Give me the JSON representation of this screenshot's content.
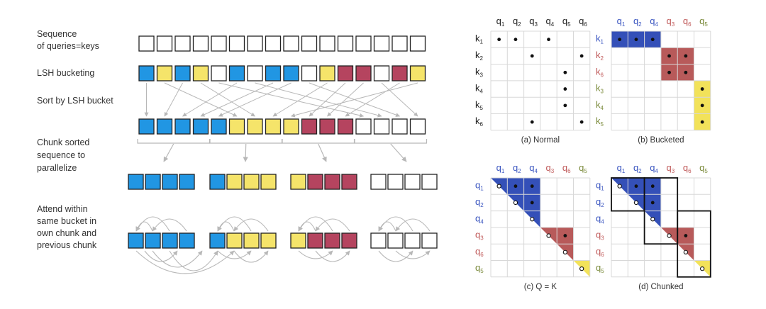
{
  "colors": {
    "blue": "#2196e3",
    "yellow": "#f5e46a",
    "red": "#b5445f",
    "white": "#ffffff",
    "outline": "#222222",
    "arrow": "#b8b8b8",
    "matrix_blue": "#3450b8",
    "matrix_red": "#b85a5a",
    "matrix_yellow": "#f2e25a",
    "label_blue": "#3a55c0",
    "label_red": "#c05a5a",
    "label_green": "#7a8a3a"
  },
  "left_labels": {
    "seq_1": "Sequence",
    "seq_2": "of queries=keys",
    "lsh": "LSH bucketing",
    "sort": "Sort by LSH bucket",
    "chunk_1": "Chunk sorted",
    "chunk_2": "sequence to",
    "chunk_3": "parallelize",
    "attend_1": "Attend within",
    "attend_2": "same bucket in",
    "attend_3": "own chunk and",
    "attend_4": "previous chunk"
  },
  "rows": {
    "sequence": [
      "white",
      "white",
      "white",
      "white",
      "white",
      "white",
      "white",
      "white",
      "white",
      "white",
      "white",
      "white",
      "white",
      "white",
      "white",
      "white"
    ],
    "lsh": [
      "blue",
      "yellow",
      "blue",
      "yellow",
      "white",
      "blue",
      "white",
      "blue",
      "blue",
      "white",
      "yellow",
      "red",
      "red",
      "white",
      "red",
      "yellow"
    ],
    "sorted": [
      "blue",
      "blue",
      "blue",
      "blue",
      "blue",
      "yellow",
      "yellow",
      "yellow",
      "yellow",
      "red",
      "red",
      "red",
      "white",
      "white",
      "white",
      "white"
    ],
    "chunks": [
      [
        "blue",
        "blue",
        "blue",
        "blue"
      ],
      [
        "blue",
        "yellow",
        "yellow",
        "yellow"
      ],
      [
        "yellow",
        "red",
        "red",
        "red"
      ],
      [
        "white",
        "white",
        "white",
        "white"
      ]
    ]
  },
  "panels": {
    "a": {
      "caption": "(a) Normal",
      "cols": [
        {
          "t": "q",
          "s": "1",
          "c": "dark"
        },
        {
          "t": "q",
          "s": "2",
          "c": "dark"
        },
        {
          "t": "q",
          "s": "3",
          "c": "dark"
        },
        {
          "t": "q",
          "s": "4",
          "c": "dark"
        },
        {
          "t": "q",
          "s": "5",
          "c": "dark"
        },
        {
          "t": "q",
          "s": "6",
          "c": "dark"
        }
      ],
      "rows": [
        {
          "t": "k",
          "s": "1",
          "c": "dark"
        },
        {
          "t": "k",
          "s": "2",
          "c": "dark"
        },
        {
          "t": "k",
          "s": "3",
          "c": "dark"
        },
        {
          "t": "k",
          "s": "4",
          "c": "dark"
        },
        {
          "t": "k",
          "s": "5",
          "c": "dark"
        },
        {
          "t": "k",
          "s": "6",
          "c": "dark"
        }
      ],
      "fills": [],
      "dots": [
        [
          0,
          0,
          "d"
        ],
        [
          0,
          1,
          "d"
        ],
        [
          0,
          3,
          "d"
        ],
        [
          1,
          2,
          "d"
        ],
        [
          1,
          5,
          "d"
        ],
        [
          2,
          4,
          "d"
        ],
        [
          3,
          4,
          "d"
        ],
        [
          4,
          4,
          "d"
        ],
        [
          5,
          2,
          "d"
        ],
        [
          5,
          5,
          "d"
        ]
      ],
      "boxes": []
    },
    "b": {
      "caption": "(b) Bucketed",
      "cols": [
        {
          "t": "q",
          "s": "1",
          "c": "blue"
        },
        {
          "t": "q",
          "s": "2",
          "c": "blue"
        },
        {
          "t": "q",
          "s": "4",
          "c": "blue"
        },
        {
          "t": "q",
          "s": "3",
          "c": "red"
        },
        {
          "t": "q",
          "s": "6",
          "c": "red"
        },
        {
          "t": "q",
          "s": "5",
          "c": "green"
        }
      ],
      "rows": [
        {
          "t": "k",
          "s": "1",
          "c": "blue"
        },
        {
          "t": "k",
          "s": "2",
          "c": "red"
        },
        {
          "t": "k",
          "s": "6",
          "c": "red"
        },
        {
          "t": "k",
          "s": "3",
          "c": "green"
        },
        {
          "t": "k",
          "s": "4",
          "c": "green"
        },
        {
          "t": "k",
          "s": "5",
          "c": "green"
        }
      ],
      "fills": [
        {
          "type": "rect",
          "r": 0,
          "c": 0,
          "h": 1,
          "w": 3,
          "color": "blue"
        },
        {
          "type": "rect",
          "r": 1,
          "c": 3,
          "h": 2,
          "w": 2,
          "color": "red"
        },
        {
          "type": "rect",
          "r": 3,
          "c": 5,
          "h": 3,
          "w": 1,
          "color": "yellow"
        }
      ],
      "dots": [
        [
          0,
          0,
          "d"
        ],
        [
          0,
          1,
          "d"
        ],
        [
          0,
          2,
          "d"
        ],
        [
          1,
          3,
          "d"
        ],
        [
          1,
          4,
          "d"
        ],
        [
          2,
          3,
          "d"
        ],
        [
          2,
          4,
          "d"
        ],
        [
          3,
          5,
          "d"
        ],
        [
          4,
          5,
          "d"
        ],
        [
          5,
          5,
          "d"
        ]
      ],
      "boxes": []
    },
    "c": {
      "caption": "(c) Q = K",
      "cols": [
        {
          "t": "q",
          "s": "1",
          "c": "blue"
        },
        {
          "t": "q",
          "s": "2",
          "c": "blue"
        },
        {
          "t": "q",
          "s": "4",
          "c": "blue"
        },
        {
          "t": "q",
          "s": "3",
          "c": "red"
        },
        {
          "t": "q",
          "s": "6",
          "c": "red"
        },
        {
          "t": "q",
          "s": "5",
          "c": "green"
        }
      ],
      "rows": [
        {
          "t": "q",
          "s": "1",
          "c": "blue"
        },
        {
          "t": "q",
          "s": "2",
          "c": "blue"
        },
        {
          "t": "q",
          "s": "4",
          "c": "blue"
        },
        {
          "t": "q",
          "s": "3",
          "c": "red"
        },
        {
          "t": "q",
          "s": "6",
          "c": "red"
        },
        {
          "t": "q",
          "s": "5",
          "c": "green"
        }
      ],
      "fills": [
        {
          "type": "tri",
          "r": 0,
          "c": 0,
          "n": 3,
          "color": "blue"
        },
        {
          "type": "tri",
          "r": 3,
          "c": 3,
          "n": 2,
          "color": "red"
        },
        {
          "type": "tri",
          "r": 5,
          "c": 5,
          "n": 1,
          "color": "yellow"
        }
      ],
      "dots": [
        [
          0,
          0,
          "o"
        ],
        [
          0,
          1,
          "d"
        ],
        [
          0,
          2,
          "d"
        ],
        [
          1,
          1,
          "o"
        ],
        [
          1,
          2,
          "d"
        ],
        [
          2,
          2,
          "o"
        ],
        [
          3,
          3,
          "o"
        ],
        [
          3,
          4,
          "d"
        ],
        [
          4,
          4,
          "o"
        ],
        [
          5,
          5,
          "o"
        ]
      ],
      "boxes": []
    },
    "d": {
      "caption": "(d) Chunked",
      "cols": [
        {
          "t": "q",
          "s": "1",
          "c": "blue"
        },
        {
          "t": "q",
          "s": "2",
          "c": "blue"
        },
        {
          "t": "q",
          "s": "4",
          "c": "blue"
        },
        {
          "t": "q",
          "s": "3",
          "c": "red"
        },
        {
          "t": "q",
          "s": "6",
          "c": "red"
        },
        {
          "t": "q",
          "s": "5",
          "c": "green"
        }
      ],
      "rows": [
        {
          "t": "q",
          "s": "1",
          "c": "blue"
        },
        {
          "t": "q",
          "s": "2",
          "c": "blue"
        },
        {
          "t": "q",
          "s": "4",
          "c": "blue"
        },
        {
          "t": "q",
          "s": "3",
          "c": "red"
        },
        {
          "t": "q",
          "s": "6",
          "c": "red"
        },
        {
          "t": "q",
          "s": "5",
          "c": "green"
        }
      ],
      "fills": [
        {
          "type": "tri",
          "r": 0,
          "c": 0,
          "n": 3,
          "color": "blue"
        },
        {
          "type": "tri",
          "r": 3,
          "c": 3,
          "n": 2,
          "color": "red"
        },
        {
          "type": "tri",
          "r": 5,
          "c": 5,
          "n": 1,
          "color": "yellow"
        }
      ],
      "dots": [
        [
          0,
          0,
          "o"
        ],
        [
          0,
          1,
          "d"
        ],
        [
          0,
          2,
          "d"
        ],
        [
          1,
          1,
          "o"
        ],
        [
          1,
          2,
          "d"
        ],
        [
          2,
          2,
          "o"
        ],
        [
          3,
          3,
          "o"
        ],
        [
          3,
          4,
          "d"
        ],
        [
          4,
          4,
          "o"
        ],
        [
          5,
          5,
          "o"
        ]
      ],
      "boxes": [
        [
          0,
          0,
          2,
          2
        ],
        [
          0,
          2,
          4,
          2
        ],
        [
          2,
          4,
          4,
          2
        ]
      ]
    }
  }
}
